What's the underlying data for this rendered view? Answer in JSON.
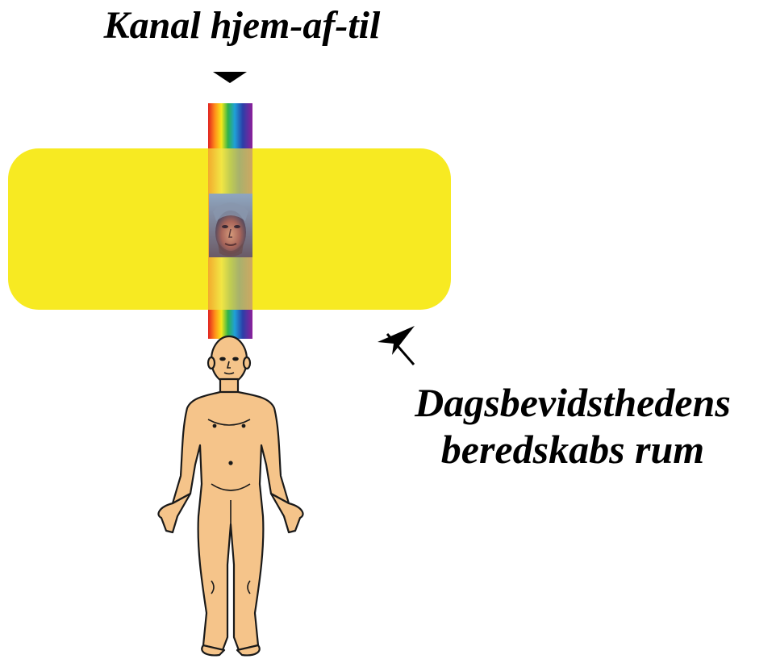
{
  "title": "Kanal hjem-af-til",
  "caption": {
    "line1": "Dagsbevidsthedens",
    "line2": "beredskabs rum"
  },
  "colors": {
    "field": "#f7ea22",
    "skin": "#f5c48a",
    "outline": "#1a1a1a"
  },
  "icons": [
    "down-triangle-icon",
    "pointer-arrow-icon"
  ]
}
